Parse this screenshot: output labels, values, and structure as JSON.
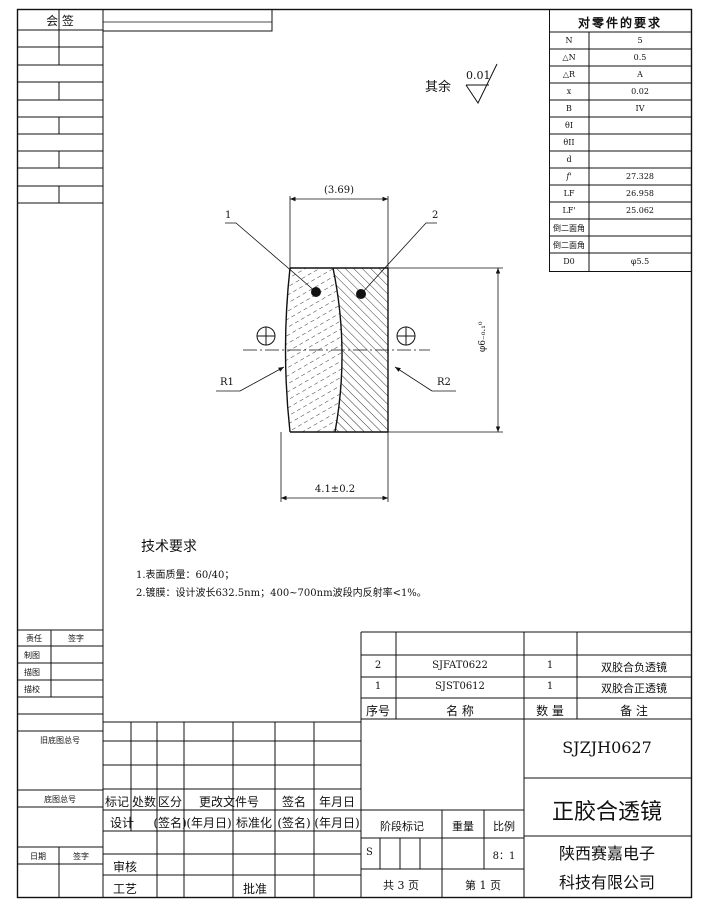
{
  "countersign": {
    "title": "会  签"
  },
  "surface_roughness": {
    "prefix": "其余",
    "value": "0.01"
  },
  "requirements": {
    "title": "对零件的要求",
    "rows": [
      {
        "label": "N",
        "value": "5"
      },
      {
        "label": "△N",
        "value": "0.5"
      },
      {
        "label": "△R",
        "value": "A"
      },
      {
        "label": "x",
        "value": "0.02"
      },
      {
        "label": "B",
        "value": "IV"
      },
      {
        "label": "θI",
        "value": ""
      },
      {
        "label": "θII",
        "value": ""
      },
      {
        "label": "d",
        "value": ""
      },
      {
        "label": "f'",
        "value": "27.328"
      },
      {
        "label": "LF",
        "value": "26.958"
      },
      {
        "label": "LF'",
        "value": "25.062"
      },
      {
        "label": "倒二面角",
        "value": ""
      },
      {
        "label": "倒二面角",
        "value": ""
      },
      {
        "label": "D0",
        "value": "φ5.5"
      }
    ]
  },
  "drawing": {
    "dim_top": "(3.69)",
    "dim_bottom": "4.1±0.2",
    "dim_diameter": "φ6₋₀.₁⁰",
    "callout_1": "1",
    "callout_2": "2",
    "label_r1": "R1",
    "label_r2": "R2"
  },
  "tech_requirements": {
    "title": "技术要求",
    "items": [
      "1.表面质量：60/40；",
      "2.镀膜：设计波长632.5nm；400~700nm波段内反射率<1%。"
    ]
  },
  "left_block": {
    "role_headers": [
      "责任",
      "签字"
    ],
    "roles": [
      "制图",
      "描图",
      "描校"
    ],
    "old_drawing_no": "旧底图总号",
    "base_drawing_no": "底图总号",
    "date": "日期",
    "signature": "签字"
  },
  "revision_table": {
    "headers": [
      "标记",
      "处数",
      "区分",
      "更改文件号",
      "签名",
      "年月日"
    ],
    "row_design": [
      "设计",
      "(签名)",
      "(年月日)",
      "标准化",
      "(签名)",
      "(年月日)"
    ],
    "review": "审核",
    "process": "工艺",
    "approve": "批准"
  },
  "bom": {
    "rows": [
      {
        "no": "2",
        "name": "SJFAT0622",
        "qty": "1",
        "remark": "双胶合负透镜"
      },
      {
        "no": "1",
        "name": "SJST0612",
        "qty": "1",
        "remark": "双胶合正透镜"
      }
    ],
    "header": {
      "no": "序号",
      "name": "名  称",
      "qty": "数 量",
      "remark": "备  注"
    }
  },
  "title_block": {
    "drawing_code": "SJZJH0627",
    "part_name": "正胶合透镜",
    "stage_label": "阶段标记",
    "weight_label": "重量",
    "scale_label": "比例",
    "stage_value": "S",
    "scale_value": "8：1",
    "total_sheets": "共 3 页",
    "sheet_no": "第 1 页",
    "company_line1": "陕西赛嘉电子",
    "company_line2": "科技有限公司"
  }
}
